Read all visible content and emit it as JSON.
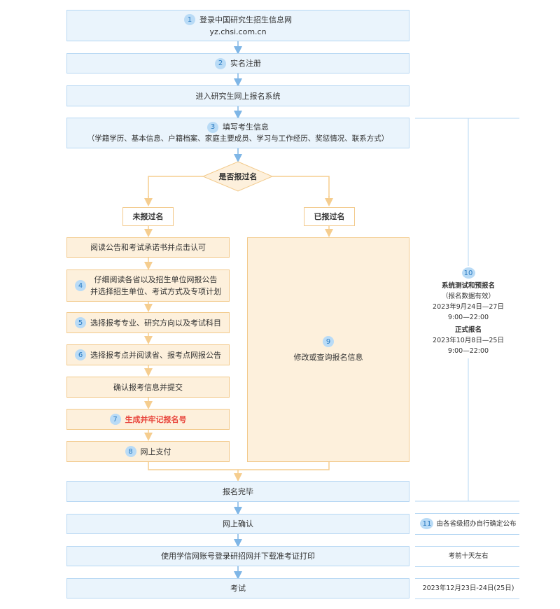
{
  "steps": {
    "s1": {
      "num": "1",
      "line1": "登录中国研究生招生信息网",
      "line2": "yz.chsi.com.cn"
    },
    "s2": {
      "num": "2",
      "label": "实名注册"
    },
    "s_enter": {
      "label": "进入研究生网上报名系统"
    },
    "s3": {
      "num": "3",
      "line1": "填写考生信息",
      "line2": "（学籍学历、基本信息、户籍档案、家庭主要成员、学习与工作经历、奖惩情况、联系方式）"
    },
    "decision": {
      "label": "是否报过名"
    },
    "not_yet": {
      "label": "未报过名"
    },
    "already": {
      "label": "已报过名"
    },
    "read_notice": {
      "label": "阅读公告和考试承诺书并点击认可"
    },
    "s4": {
      "num": "4",
      "line1": "仔细阅读各省以及招生单位网报公告",
      "line2": "并选择招生单位、考试方式及专项计划"
    },
    "s5": {
      "num": "5",
      "label": "选择报考专业、研究方向以及考试科目"
    },
    "s6": {
      "num": "6",
      "label": "选择报考点并阅读省、报考点网报公告"
    },
    "confirm": {
      "label": "确认报考信息并提交"
    },
    "s7": {
      "num": "7",
      "label": "生成并牢记报名号"
    },
    "s8": {
      "num": "8",
      "label": "网上支付"
    },
    "s9": {
      "num": "9",
      "label": "修改或查询报名信息"
    },
    "done": {
      "label": "报名完毕"
    },
    "online_confirm": {
      "label": "网上确认"
    },
    "print": {
      "label": "使用学信网账号登录研招网并下载准考证打印"
    },
    "exam": {
      "label": "考试"
    }
  },
  "side": {
    "s10": {
      "num": "10",
      "title1": "系统测试和预报名",
      "note1": "（报名数据有效）",
      "date1": "2023年9月24日—27日",
      "time1": "9:00—22:00",
      "title2": "正式报名",
      "date2": "2023年10月8日—25日",
      "time2": "9:00—22:00"
    },
    "s11": {
      "num": "11",
      "label": "由各省级招办自行确定公布"
    },
    "print_time": "考前十天左右",
    "exam_time": "2023年12月23日-24日(25日)"
  },
  "colors": {
    "blue_fill": "#eaf4fc",
    "blue_border": "#b6d7f3",
    "blue_arrow": "#7fb6e6",
    "orange_fill": "#fdf0dc",
    "orange_border": "#f2c98a",
    "orange_arrow": "#f5cd8f",
    "number_fill": "#b9dbf6",
    "highlight": "#e8443b"
  }
}
